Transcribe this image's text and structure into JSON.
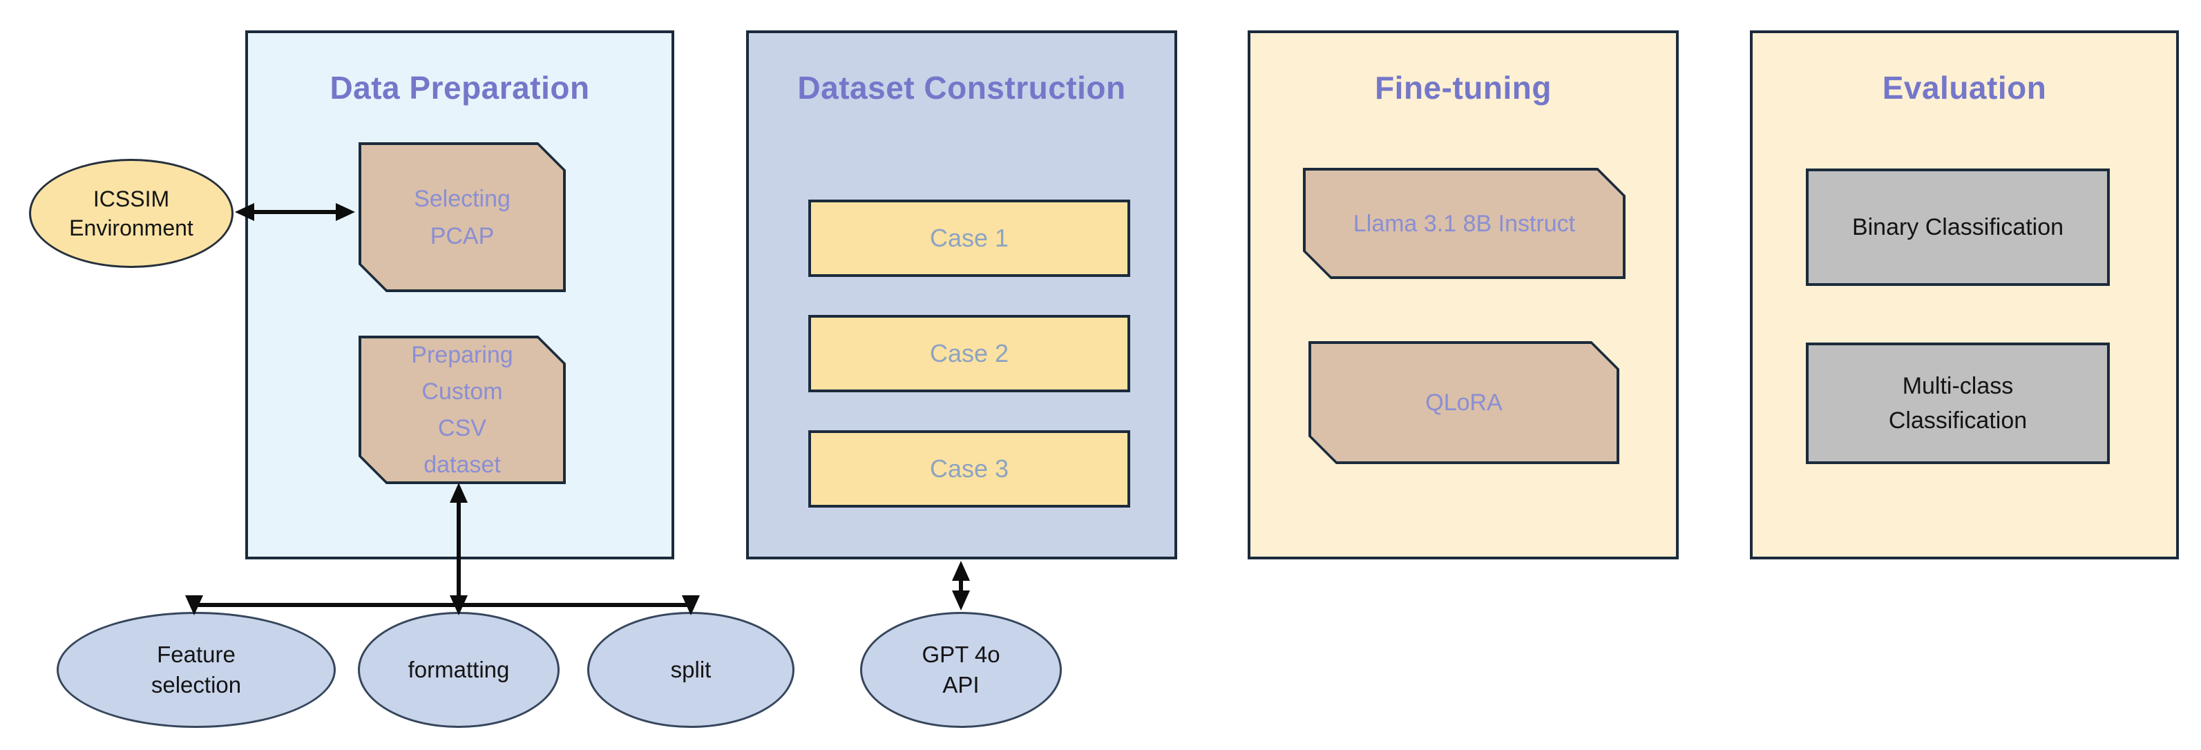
{
  "sections": {
    "data_preparation": {
      "title": "Data Preparation",
      "selecting_pcap": {
        "line1": "Selecting",
        "line2": "PCAP"
      },
      "preparing_csv": {
        "line1": "Preparing",
        "line2": "Custom",
        "line3": "CSV",
        "line4": "dataset"
      }
    },
    "dataset_construction": {
      "title": "Dataset Construction",
      "cases": [
        "Case 1",
        "Case 2",
        "Case 3"
      ]
    },
    "fine_tuning": {
      "title": "Fine-tuning",
      "model": "Llama 3.1 8B Instruct",
      "method": "QLoRA"
    },
    "evaluation": {
      "title": "Evaluation",
      "binary": "Binary Classification",
      "multiclass": {
        "line1": "Multi-class",
        "line2": "Classification"
      }
    }
  },
  "nodes": {
    "icssim": {
      "line1": "ICSSIM",
      "line2": "Environment"
    },
    "feature_selection": {
      "line1": "Feature",
      "line2": "selection"
    },
    "formatting": {
      "label": "formatting"
    },
    "split": {
      "label": "split"
    },
    "gpt4o": {
      "line1": "GPT 4o",
      "line2": "API"
    }
  },
  "colors": {
    "title_purple": "#7477c9",
    "container_border": "#1b2b3c",
    "data_prep_fill": "#e8f4fb",
    "dataset_construction_fill": "#c9d3e8",
    "cream_fill": "#fdf0d3",
    "yellow_fill": "#fbe2a2",
    "tan_fill": "#dac0a8",
    "tan_text": "#8a8ed4",
    "case_text": "#8da3c2",
    "gray_fill": "#bfbfbf",
    "blue_ellipse_fill": "#c8d4ea",
    "arrow_black": "#0d0d0d"
  }
}
